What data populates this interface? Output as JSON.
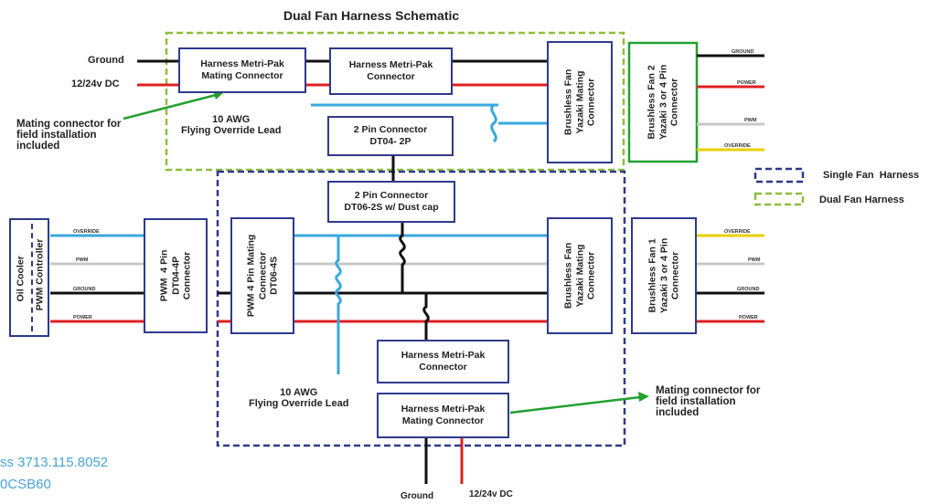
{
  "title": "Dual Fan Harness Schematic",
  "colors": {
    "ground": "#111111",
    "power": "#e02020",
    "pwm": "#c8c8c8",
    "override_blue": "#3aa8e0",
    "override_yellow": "#e8d000",
    "frame_blue": "#2e3a8c",
    "dual_green": "#8cbf3c",
    "fan2_green": "#22a030"
  },
  "top": {
    "ground": "Ground",
    "power": "12/24v DC",
    "mating_box": "Harness Metri-Pak\nMating Connector",
    "metripak_box": "Harness Metri-Pak\nConnector",
    "pin2_box": "2 Pin Connector\nDT04- 2P",
    "flying_lead": "10 AWG\nFlying Override Lead",
    "note": "Mating connector for\nfield installation\nincluded",
    "fan_mating": "Brushless Fan\nYazaki Mating\nConnector",
    "fan2": "Brushless Fan 2\nYazaki 3 or 4 Pin\nConnector",
    "wires": [
      "GROUND",
      "POWER",
      "PWM",
      "OVERRIDE"
    ]
  },
  "legend": {
    "single": "Single Fan  Harness",
    "dual": "Dual Fan Harness"
  },
  "left": {
    "cooler": "Oil Cooler",
    "pwm_ctrl": "PWM Controller",
    "wires": [
      "OVERRIDE",
      "PWM",
      "GROUND",
      "POWER"
    ],
    "pwm4": "PWM  4 Pin\nDT04-4P\nConnector"
  },
  "middle": {
    "pin2_box": "2 Pin Connector\nDT06-2S w/ Dust cap",
    "pwm_mating": "PWM 4 Pin Mating\nConnector\nDT06-4S",
    "fan_mating": "Brushless Fan\nYazaki Mating\nConnector",
    "fan1": "Brushless Fan 1\nYazaki 3 or 4 Pin\nConnector",
    "fan1_wires": [
      "OVERRIDE",
      "PWM",
      "GROUND",
      "POWER"
    ],
    "metripak_box": "Harness Metri-Pak\nConnector",
    "mating_box": "Harness Metri-Pak\nMating Connector",
    "flying_lead": "10 AWG\nFlying Override Lead",
    "note": "Mating connector for\nfield installation\nincluded",
    "ground": "Ground",
    "power": "12/24v DC"
  },
  "footer": {
    "line1": "ss 3713.115.8052",
    "line2": "0CSB60"
  }
}
